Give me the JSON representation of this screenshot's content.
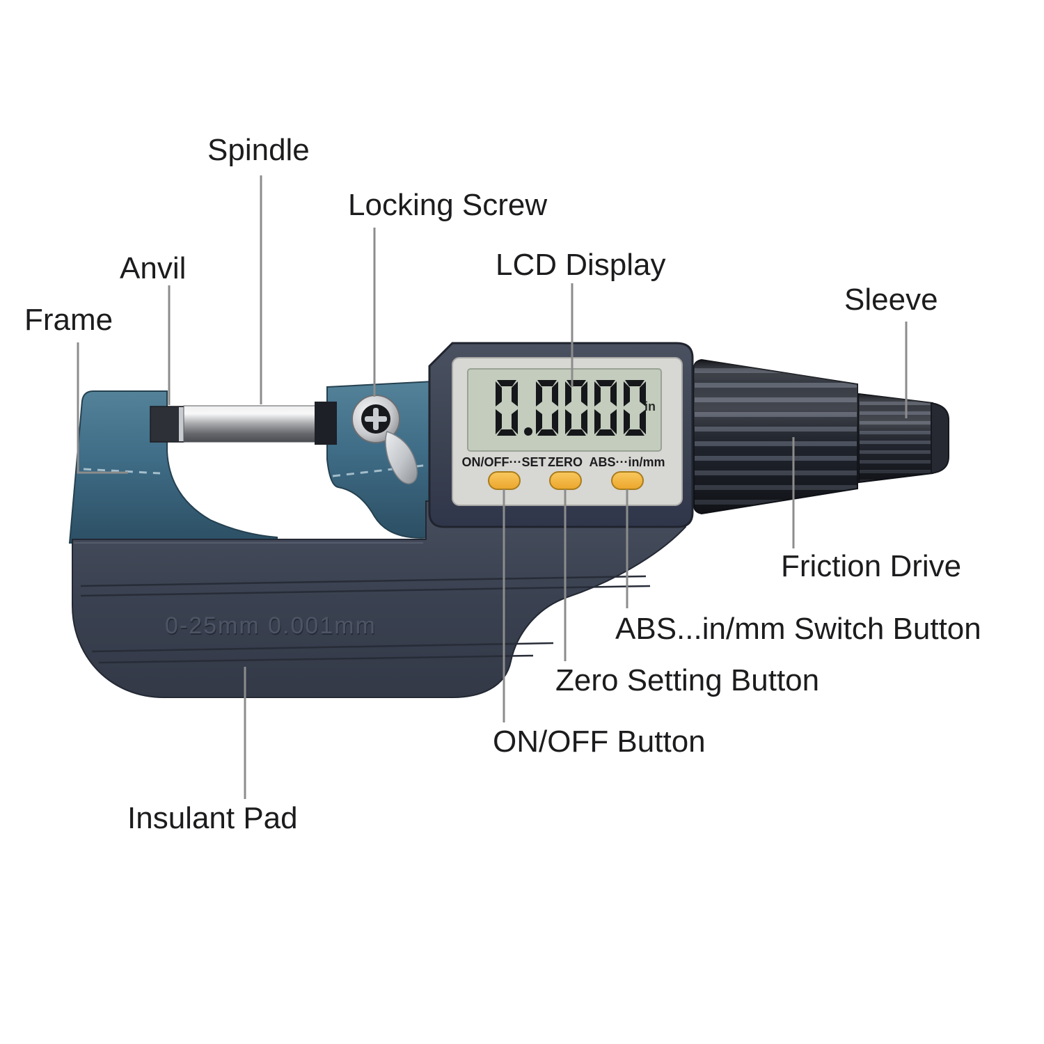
{
  "diagram": {
    "background": "#ffffff",
    "labels": {
      "spindle": "Spindle",
      "locking_screw": "Locking Screw",
      "anvil": "Anvil",
      "frame": "Frame",
      "lcd_display": "LCD Display",
      "sleeve": "Sleeve",
      "friction_drive": "Friction Drive",
      "abs_switch": "ABS...in/mm Switch Button",
      "zero_setting": "Zero Setting Button",
      "on_off": "ON/OFF Button",
      "insulant_pad": "Insulant Pad"
    }
  },
  "device": {
    "lcd": {
      "value": "0.0000",
      "unit": "in"
    },
    "buttons": [
      {
        "label": "ON/OFF···SET"
      },
      {
        "label": "ZERO"
      },
      {
        "label": "ABS···in/mm"
      }
    ],
    "engraving": "0-25mm 0.001mm",
    "colors": {
      "frame_blue": "#47718c",
      "body_gray": "#3a4150",
      "button_yellow": "#f2b23e",
      "lcd_green": "#c3ccbd",
      "leader_gray": "#8c8c8c"
    }
  }
}
